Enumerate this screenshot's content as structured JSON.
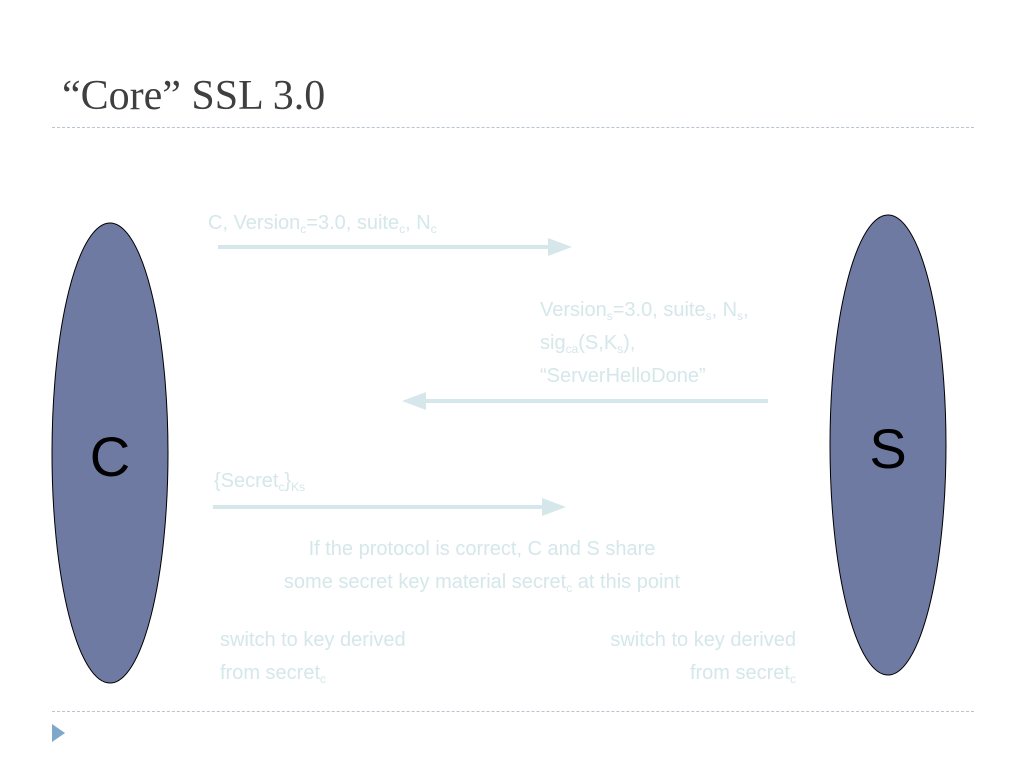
{
  "slide": {
    "title": "“Core” SSL 3.0"
  },
  "diagram": {
    "colors": {
      "ellipse_fill": "#6e7aa2",
      "ellipse_stroke": "#000000",
      "message": "#d5e7ea",
      "rule": "#b8c4d0",
      "bullet": "#7fa7c9"
    },
    "client": {
      "label": "C"
    },
    "server": {
      "label": "S"
    },
    "messages": {
      "client_hello": {
        "a": "C, Version",
        "a_sub": "c",
        "b": "=3.0, suite",
        "b_sub": "c",
        "c": ", N",
        "c_sub": "c"
      },
      "server_hello": {
        "line1": {
          "a": "Version",
          "a_sub": "s",
          "b": "=3.0, suite",
          "b_sub": "s",
          "c": ", N",
          "c_sub": "s",
          "d": ","
        },
        "line2": {
          "a": "sig",
          "a_sub": "ca",
          "b": "(S,K",
          "b_sub": "s",
          "c": "),"
        },
        "line3": "“ServerHelloDone”"
      },
      "key_exchange": {
        "a": "{Secret",
        "a_sub": "c",
        "b": "}",
        "b_sub": "Ks"
      }
    },
    "note": {
      "line1": "If the protocol is correct, C and S share",
      "line2_a": "some secret key material secret",
      "line2_sub": "c",
      "line2_b": " at this point"
    },
    "switch_client": {
      "line1": "switch to key derived",
      "line2": "from secret",
      "line2_sub": "c"
    },
    "switch_server": {
      "line1": "switch to key derived",
      "line2": "from secret",
      "line2_sub": "c"
    }
  }
}
